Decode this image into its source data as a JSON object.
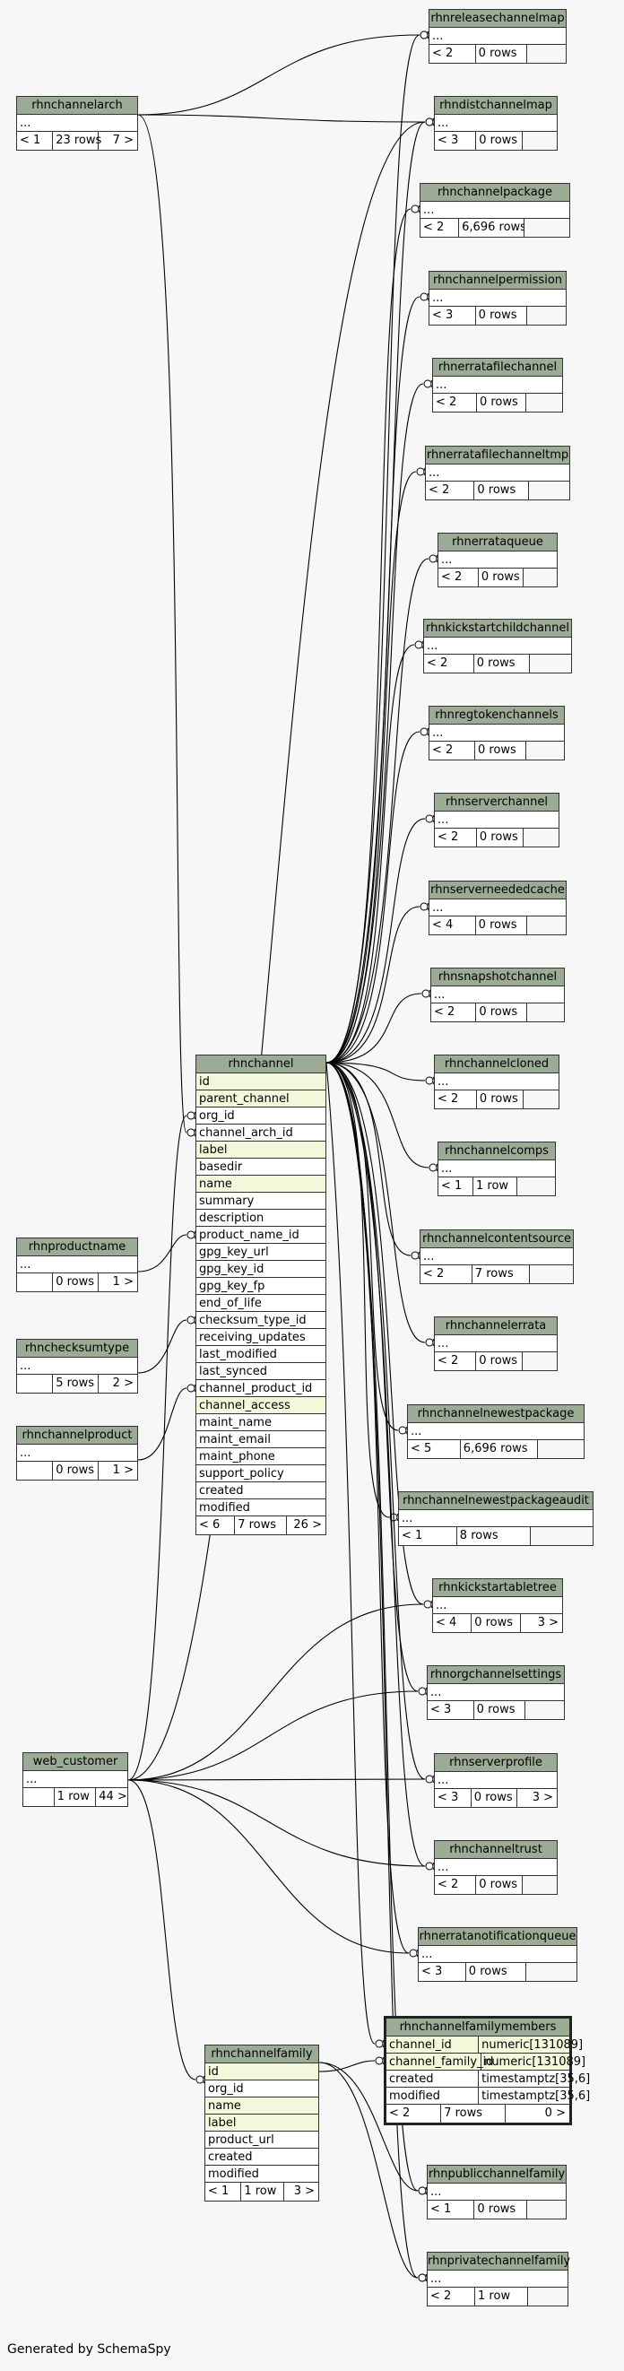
{
  "credit": "Generated by SchemaSpy",
  "tables": {
    "rhnchannel": {
      "name": "rhnchannel",
      "columns": [
        "id",
        "parent_channel",
        "org_id",
        "channel_arch_id",
        "label",
        "basedir",
        "name",
        "summary",
        "description",
        "product_name_id",
        "gpg_key_url",
        "gpg_key_id",
        "gpg_key_fp",
        "end_of_life",
        "checksum_type_id",
        "receiving_updates",
        "last_modified",
        "last_synced",
        "channel_product_id",
        "channel_access",
        "maint_name",
        "maint_email",
        "maint_phone",
        "support_policy",
        "created",
        "modified"
      ],
      "footer": [
        "< 6",
        "7 rows",
        "26 >"
      ]
    },
    "rhnchannelfamilymembers": {
      "name": "rhnchannelfamilymembers",
      "columns": [
        {
          "name": "channel_id",
          "type": "numeric[131089]"
        },
        {
          "name": "channel_family_id",
          "type": "numeric[131089]"
        },
        {
          "name": "created",
          "type": "timestamptz[35,6]"
        },
        {
          "name": "modified",
          "type": "timestamptz[35,6]"
        }
      ],
      "footer": [
        "< 2",
        "7 rows",
        "0 >"
      ]
    },
    "rhnchannelfamily": {
      "name": "rhnchannelfamily",
      "columns": [
        "id",
        "org_id",
        "name",
        "label",
        "product_url",
        "created",
        "modified"
      ],
      "footer": [
        "< 1",
        "1 row",
        "3 >"
      ]
    },
    "rhnchannelarch": {
      "name": "rhnchannelarch",
      "ellipsis": "...",
      "footer": [
        "< 1",
        "23 rows",
        "7 >"
      ]
    },
    "rhnproductname": {
      "name": "rhnproductname",
      "ellipsis": "...",
      "footer": [
        "",
        "0 rows",
        "1 >"
      ]
    },
    "rhnchecksumtype": {
      "name": "rhnchecksumtype",
      "ellipsis": "...",
      "footer": [
        "",
        "5 rows",
        "2 >"
      ]
    },
    "rhnchannelproduct": {
      "name": "rhnchannelproduct",
      "ellipsis": "...",
      "footer": [
        "",
        "0 rows",
        "1 >"
      ]
    },
    "web_customer": {
      "name": "web_customer",
      "ellipsis": "...",
      "footer": [
        "",
        "1 row",
        "44 >"
      ]
    },
    "rhnreleasechannelmap": {
      "name": "rhnreleasechannelmap",
      "ellipsis": "...",
      "footer": [
        "< 2",
        "0 rows",
        ""
      ]
    },
    "rhndistchannelmap": {
      "name": "rhndistchannelmap",
      "ellipsis": "...",
      "footer": [
        "< 3",
        "0 rows",
        ""
      ]
    },
    "rhnchannelpackage": {
      "name": "rhnchannelpackage",
      "ellipsis": "...",
      "footer": [
        "< 2",
        "6,696 rows",
        ""
      ]
    },
    "rhnchannelpermission": {
      "name": "rhnchannelpermission",
      "ellipsis": "...",
      "footer": [
        "< 3",
        "0 rows",
        ""
      ]
    },
    "rhnerratafilechannel": {
      "name": "rhnerratafilechannel",
      "ellipsis": "...",
      "footer": [
        "< 2",
        "0 rows",
        ""
      ]
    },
    "rhnerratafilechanneltmp": {
      "name": "rhnerratafilechanneltmp",
      "ellipsis": "...",
      "footer": [
        "< 2",
        "0 rows",
        ""
      ]
    },
    "rhnerrataqueue": {
      "name": "rhnerrataqueue",
      "ellipsis": "...",
      "footer": [
        "< 2",
        "0 rows",
        ""
      ]
    },
    "rhnkickstartchildchannel": {
      "name": "rhnkickstartchildchannel",
      "ellipsis": "...",
      "footer": [
        "< 2",
        "0 rows",
        ""
      ]
    },
    "rhnregtokenchannels": {
      "name": "rhnregtokenchannels",
      "ellipsis": "...",
      "footer": [
        "< 2",
        "0 rows",
        ""
      ]
    },
    "rhnserverchannel": {
      "name": "rhnserverchannel",
      "ellipsis": "...",
      "footer": [
        "< 2",
        "0 rows",
        ""
      ]
    },
    "rhnserverneededcache": {
      "name": "rhnserverneededcache",
      "ellipsis": "...",
      "footer": [
        "< 4",
        "0 rows",
        ""
      ]
    },
    "rhnsnapshotchannel": {
      "name": "rhnsnapshotchannel",
      "ellipsis": "...",
      "footer": [
        "< 2",
        "0 rows",
        ""
      ]
    },
    "rhnchannelcloned": {
      "name": "rhnchannelcloned",
      "ellipsis": "...",
      "footer": [
        "< 2",
        "0 rows",
        ""
      ]
    },
    "rhnchannelcomps": {
      "name": "rhnchannelcomps",
      "ellipsis": "...",
      "footer": [
        "< 1",
        "1 row",
        ""
      ]
    },
    "rhnchannelcontentsource": {
      "name": "rhnchannelcontentsource",
      "ellipsis": "...",
      "footer": [
        "< 2",
        "7 rows",
        ""
      ]
    },
    "rhnchannelerrata": {
      "name": "rhnchannelerrata",
      "ellipsis": "...",
      "footer": [
        "< 2",
        "0 rows",
        ""
      ]
    },
    "rhnchannelnewestpackage": {
      "name": "rhnchannelnewestpackage",
      "ellipsis": "...",
      "footer": [
        "< 5",
        "6,696 rows",
        ""
      ]
    },
    "rhnchannelnewestpackageaudit": {
      "name": "rhnchannelnewestpackageaudit",
      "ellipsis": "...",
      "footer": [
        "< 1",
        "8 rows",
        ""
      ]
    },
    "rhnkickstartabletree": {
      "name": "rhnkickstartabletree",
      "ellipsis": "...",
      "footer": [
        "< 4",
        "0 rows",
        "3 >"
      ]
    },
    "rhnorgchannelsettings": {
      "name": "rhnorgchannelsettings",
      "ellipsis": "...",
      "footer": [
        "< 3",
        "0 rows",
        ""
      ]
    },
    "rhnserverprofile": {
      "name": "rhnserverprofile",
      "ellipsis": "...",
      "footer": [
        "< 3",
        "0 rows",
        "3 >"
      ]
    },
    "rhnchanneltrust": {
      "name": "rhnchanneltrust",
      "ellipsis": "...",
      "footer": [
        "< 2",
        "0 rows",
        ""
      ]
    },
    "rhnerratanotificationqueue": {
      "name": "rhnerratanotificationqueue",
      "ellipsis": "...",
      "footer": [
        "< 3",
        "0 rows",
        ""
      ]
    },
    "rhnpublicchannelfamily": {
      "name": "rhnpublicchannelfamily",
      "ellipsis": "...",
      "footer": [
        "< 1",
        "0 rows",
        ""
      ]
    },
    "rhnprivatechannelfamily": {
      "name": "rhnprivatechannelfamily",
      "ellipsis": "...",
      "footer": [
        "< 2",
        "1 row",
        ""
      ]
    }
  },
  "colors": {
    "header": "#9bab96",
    "key_row": "#f4f7da",
    "background": "#f7f7f7",
    "edge": "#000000"
  }
}
